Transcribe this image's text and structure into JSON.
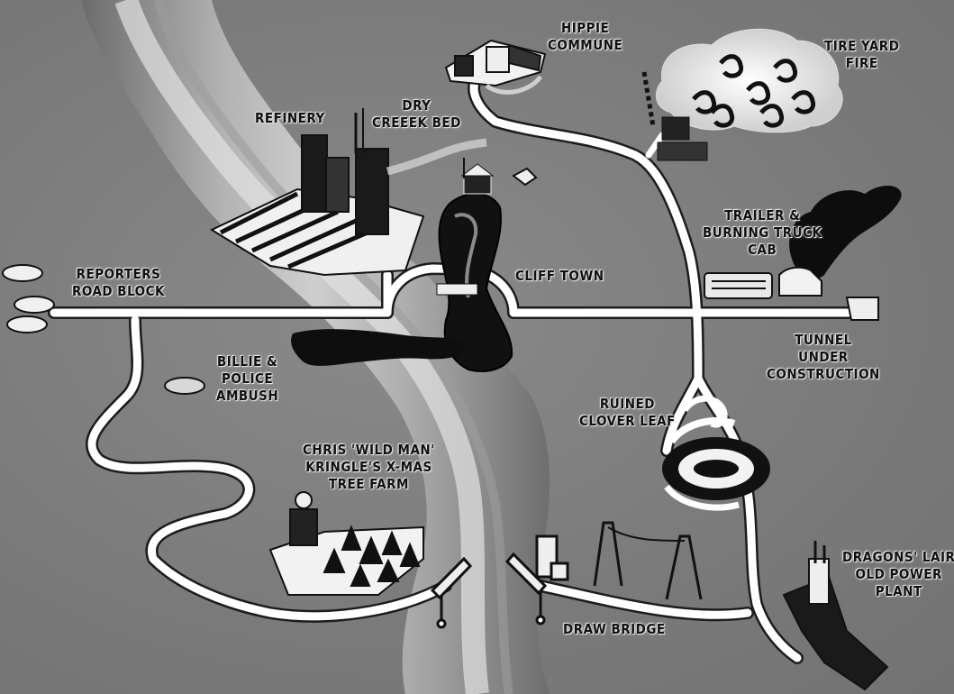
{
  "locations": {
    "hippie_commune": [
      "HIPPIE",
      "COMMUNE"
    ],
    "tire_yard_fire": [
      "TIRE YARD",
      "FIRE"
    ],
    "refinery": [
      "REFINERY"
    ],
    "dry_creek_bed": [
      "DRY",
      "CREEEK BED"
    ],
    "trailer_burning_truck_cab": [
      "TRAILER &",
      "BURNING TRUCK",
      "CAB"
    ],
    "reporters_road_block": [
      "REPORTERS",
      "ROAD BLOCK"
    ],
    "cliff_town": [
      "CLIFF TOWN"
    ],
    "tunnel_under_construction": [
      "TUNNEL",
      "UNDER",
      "CONSTRUCTION"
    ],
    "billie_police_ambush": [
      "BILLIE &",
      "POLICE",
      "AMBUSH"
    ],
    "ruined_clover_leaf": [
      "RUINED",
      "CLOVER LEAF"
    ],
    "xmas_tree_farm": [
      "CHRIS 'WILD MAN'",
      "KRINGLE'S X-MAS",
      "TREE FARM"
    ],
    "dragons_lair": [
      "DRAGONS' LAIR",
      "OLD POWER",
      "PLANT"
    ],
    "draw_bridge": [
      "DRAW BRIDGE"
    ]
  },
  "colors": {
    "background": "#7f7f7f",
    "road": "#ffffff",
    "river": "#b5b5b5",
    "ink": "#111111"
  }
}
